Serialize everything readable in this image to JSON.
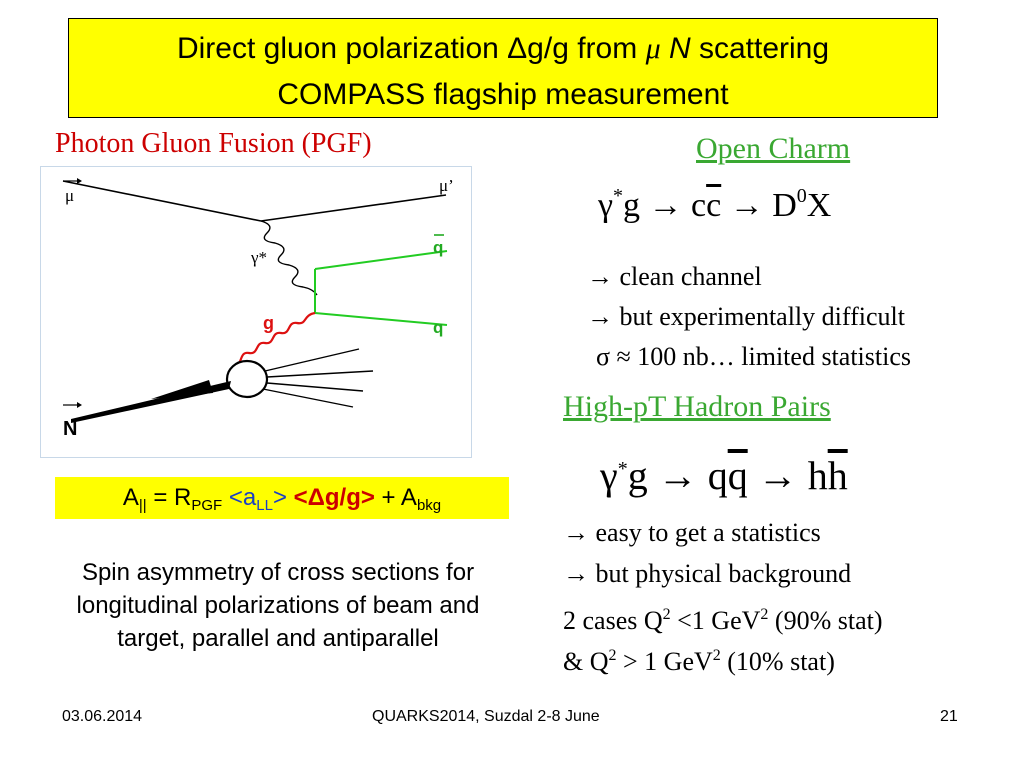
{
  "title": {
    "line1_a": "Direct gluon polarization Δg/g from ",
    "line1_mu": "μ",
    "line1_n": " N",
    "line1_b": " scattering",
    "line2": "COMPASS flagship measurement"
  },
  "pgf": {
    "heading": "Photon Gluon Fusion (PGF)",
    "labels": {
      "mu_in": "μ",
      "mu_out": "μ’",
      "gamma": "γ*",
      "qbar": "q",
      "q": "q",
      "g": "g",
      "n": "N"
    }
  },
  "asymmetry": {
    "a": "A",
    "a_sub": "||",
    "eq": " = R",
    "r_sub": "PGF",
    "all_open": " <a",
    "all_sub": "LL",
    "all_close": ">",
    "dgg": "  <Δg/g>",
    "plus": "  +  A",
    "bkg_sub": "bkg"
  },
  "spin_text": {
    "line1": "Spin asymmetry of cross sections for",
    "line2": "longitudinal polarizations of beam and",
    "line3": "target, parallel and antiparallel"
  },
  "open_charm": {
    "heading": "Open Charm",
    "r_gamma": "γ",
    "r_star": "*",
    "r_g": "g",
    "r_arrow1": " → ",
    "r_c": "c",
    "r_cbar": "c",
    "r_arrow2": " → ",
    "r_d": "D",
    "r_zero": "0",
    "r_x": "X",
    "bullet1": "→ clean channel",
    "bullet2": "→ but experimentally difficult",
    "bullet3": "σ ≈ 100 nb… limited statistics"
  },
  "hpt": {
    "heading": "High-pT Hadron Pairs",
    "r_gamma": "γ",
    "r_star": "*",
    "r_g": "g",
    "r_arrow1": " → ",
    "r_q": "q",
    "r_qbar": "q",
    "r_arrow2": " → ",
    "r_h": "h",
    "r_hbar": "h",
    "line1": "→ easy to get a statistics",
    "line2": "→ but physical background",
    "line3_a": "2 cases Q",
    "line3_sup": "2",
    "line3_b": " <1 GeV",
    "line3_sup2": "2",
    "line3_c": " (90% stat)",
    "line4_a": "& Q",
    "line4_sup": "2",
    "line4_b": " > 1 GeV",
    "line4_sup2": "2",
    "line4_c": " (10% stat)"
  },
  "footer": {
    "date": "03.06.2014",
    "conference": "QUARKS2014, Suzdal 2-8 June",
    "page": "21"
  },
  "colors": {
    "title_bg": "#ffff00",
    "pgf_heading": "#cc0000",
    "green_heading": "#3aa832",
    "quark_line": "#22cc22",
    "gluon_spring": "#dd1111"
  }
}
